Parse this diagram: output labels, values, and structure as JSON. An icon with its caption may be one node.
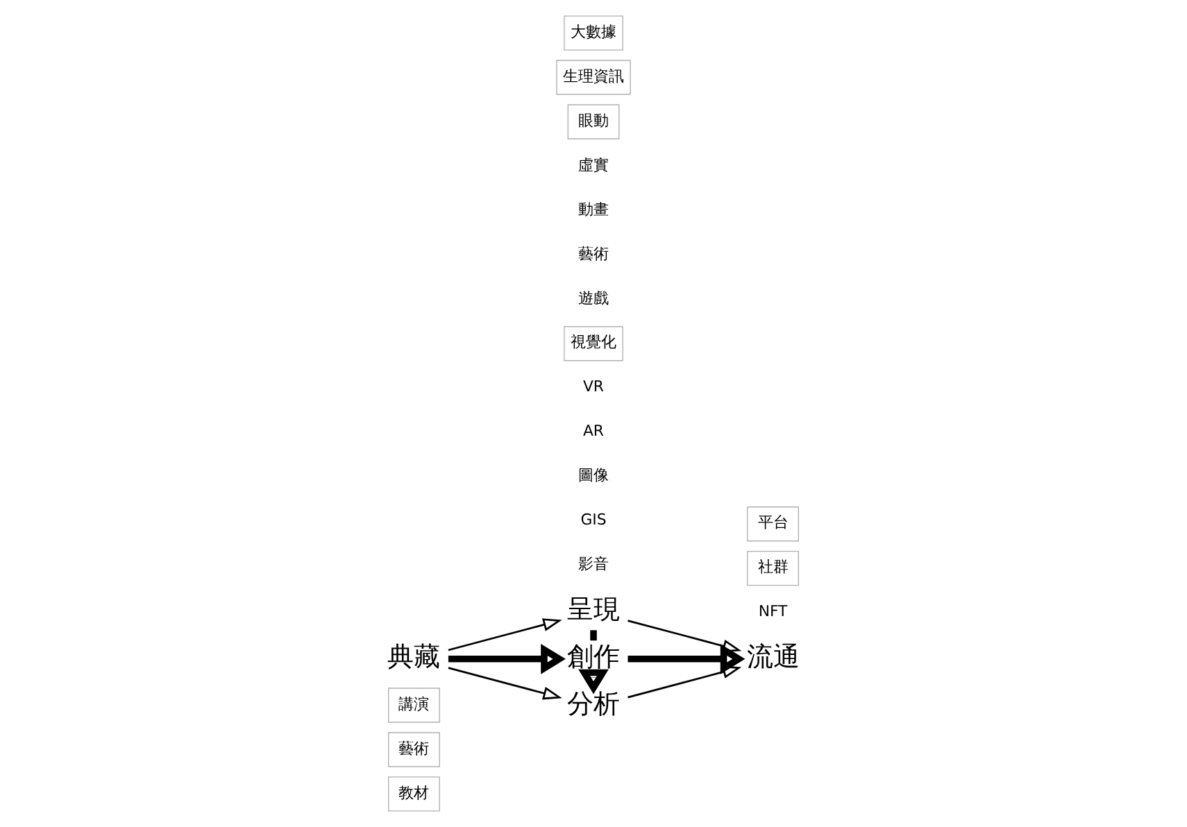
{
  "diagram": {
    "nodes": [
      {
        "text": [
          "視覺化"
        ]
      },
      {
        "text": [
          "呈現"
        ]
      },
      {
        "text": [
          "教材"
        ]
      },
      {
        "text": [
          "藝術"
        ]
      },
      {
        "text": [
          "講演"
        ]
      },
      {
        "text": [
          "典藏"
        ]
      },
      {
        "text": [
          "創作"
        ]
      },
      {
        "text": [
          "社群"
        ]
      },
      {
        "text": [
          "流通"
        ]
      },
      {
        "text": [
          "平台"
        ]
      },
      {
        "text": [
          "分析"
        ]
      },
      {
        "text": [
          "眼動"
        ]
      },
      {
        "text": [
          "生理資訊"
        ]
      },
      {
        "text": [
          "大數據"
        ]
      }
    ],
    "edges": [
      {
        "from": 5,
        "to": 1,
        "arrow": "to"
      },
      {
        "from": 1,
        "to": 8,
        "arrow": "to"
      },
      {
        "from": 1,
        "to": 6,
        "arrow": "none",
        "style": "thick"
      },
      {
        "from": 5,
        "to": 6,
        "arrow": "to",
        "style": "thick"
      },
      {
        "from": 6,
        "to": 8,
        "arrow": "to",
        "style": "thick"
      },
      {
        "from": 6,
        "to": 10,
        "arrow": "to",
        "style": "thick"
      },
      {
        "from": 5,
        "to": 10,
        "arrow": "to"
      },
      {
        "from": 10,
        "to": 8,
        "arrow": "to"
      }
    ],
    "labels": [
      "影音",
      "GIS",
      "圖像",
      "AR",
      "VR",
      "遊戲",
      "藝術",
      "NFT",
      "動畫",
      "虛實"
    ]
  }
}
